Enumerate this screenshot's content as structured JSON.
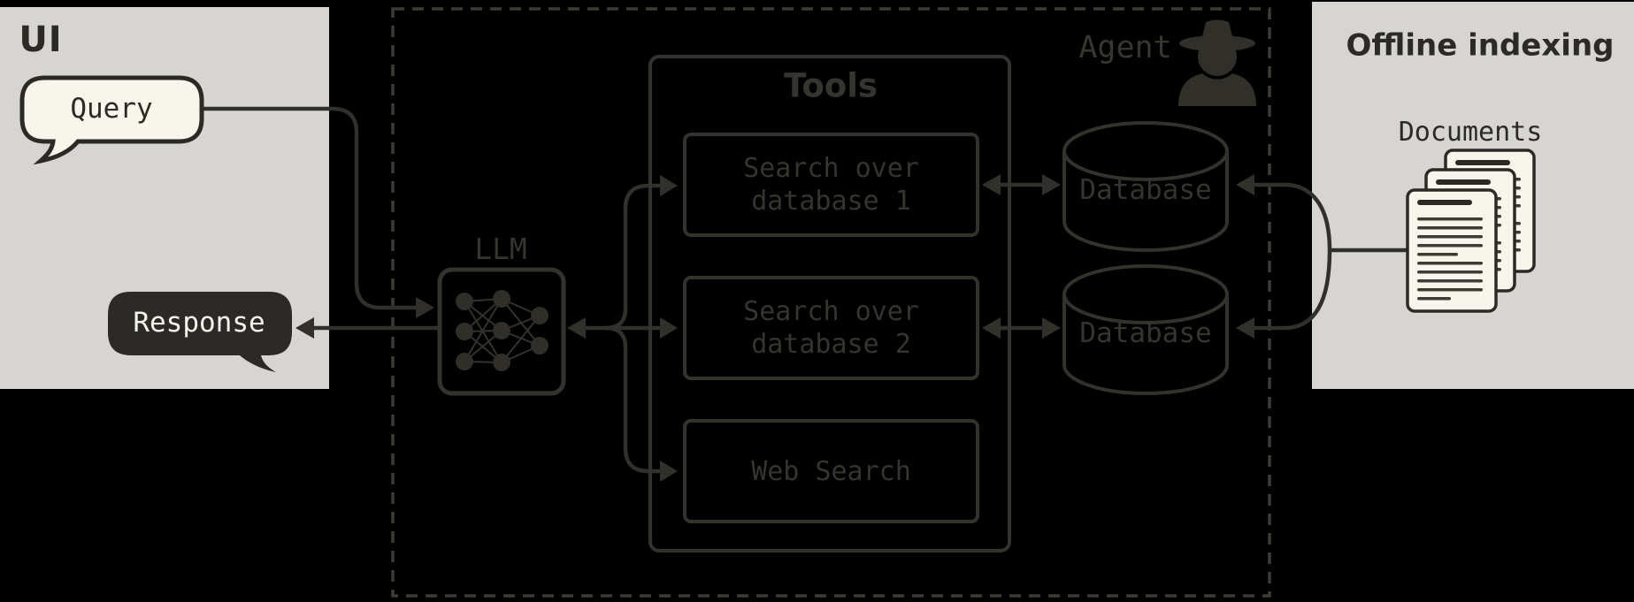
{
  "colors": {
    "background": "#000000",
    "panel": "#d6d5d2",
    "ink": "#2b2a25",
    "line_on_dark": "#33322c",
    "dash_border": "#3c3b34",
    "bubble_light": "#f7f5ec",
    "bubble_dark": "#2b2a26",
    "light_text": "#f4f3ec"
  },
  "ui_panel": {
    "title": "UI",
    "query_label": "Query",
    "response_label": "Response"
  },
  "agent": {
    "label": "Agent",
    "llm_label": "LLM",
    "tools": {
      "title": "Tools",
      "items": [
        {
          "line1": "Search over",
          "line2": "database 1"
        },
        {
          "line1": "Search over",
          "line2": "database 2"
        },
        {
          "line1": "Web Search",
          "line2": ""
        }
      ]
    },
    "databases": [
      {
        "label": "Database"
      },
      {
        "label": "Database"
      }
    ]
  },
  "offline": {
    "title": "Offline indexing",
    "documents_label": "Documents"
  }
}
